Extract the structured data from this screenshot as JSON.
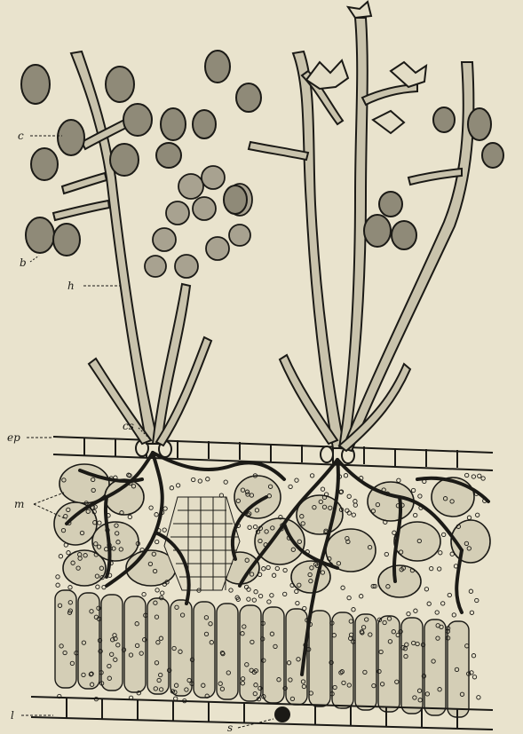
{
  "figure": {
    "labels": {
      "conidia": "c",
      "branch": "b",
      "hypha_stalk": "h",
      "stoma_cells": "cs",
      "upper_epidermis": "ep",
      "mycelium": "m",
      "lower_epidermis": "l",
      "lower_stoma": "s"
    }
  },
  "colors": {
    "paper": "#e9e3cd",
    "ink": "#1b1a16",
    "fill": "#c9c3ac"
  }
}
